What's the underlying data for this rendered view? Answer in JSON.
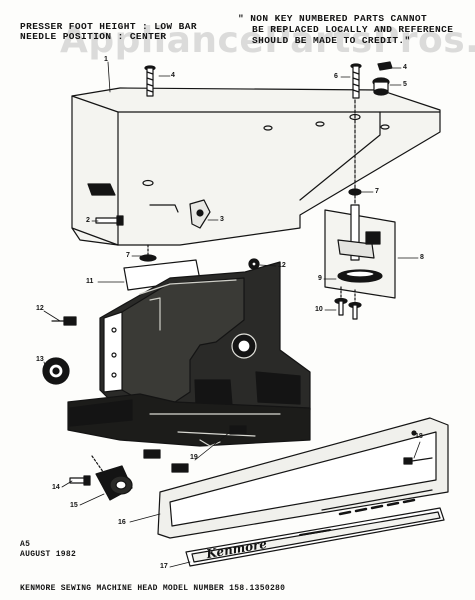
{
  "header": {
    "left_line1": "PRESSER FOOT HEIGHT : LOW BAR",
    "left_line2": "NEEDLE POSITION : CENTER",
    "right_line1": "\" NON KEY NUMBERED PARTS CANNOT",
    "right_line2": "BE REPLACED LOCALLY AND REFERENCE",
    "right_line3": "SHOULD BE MADE TO CREDIT.\""
  },
  "watermark": "AppliancePartsPros.com",
  "callouts": {
    "c1": "1",
    "c2": "2",
    "c3": "3",
    "c4a": "4",
    "c4b": "4",
    "c5": "5",
    "c6": "6",
    "c7a": "7",
    "c7b": "7",
    "c8": "8",
    "c9": "9",
    "c10": "10",
    "c11": "11",
    "c12a": "12",
    "c12b": "12",
    "c13": "13",
    "c14": "14",
    "c15": "15",
    "c16": "16",
    "c17": "17",
    "c18": "18",
    "c19": "19"
  },
  "brand": "Kenmore",
  "revision": {
    "code": "A5",
    "date": "AUGUST 1982"
  },
  "footer": "KENMORE SEWING MACHINE HEAD MODEL NUMBER 158.1350280"
}
